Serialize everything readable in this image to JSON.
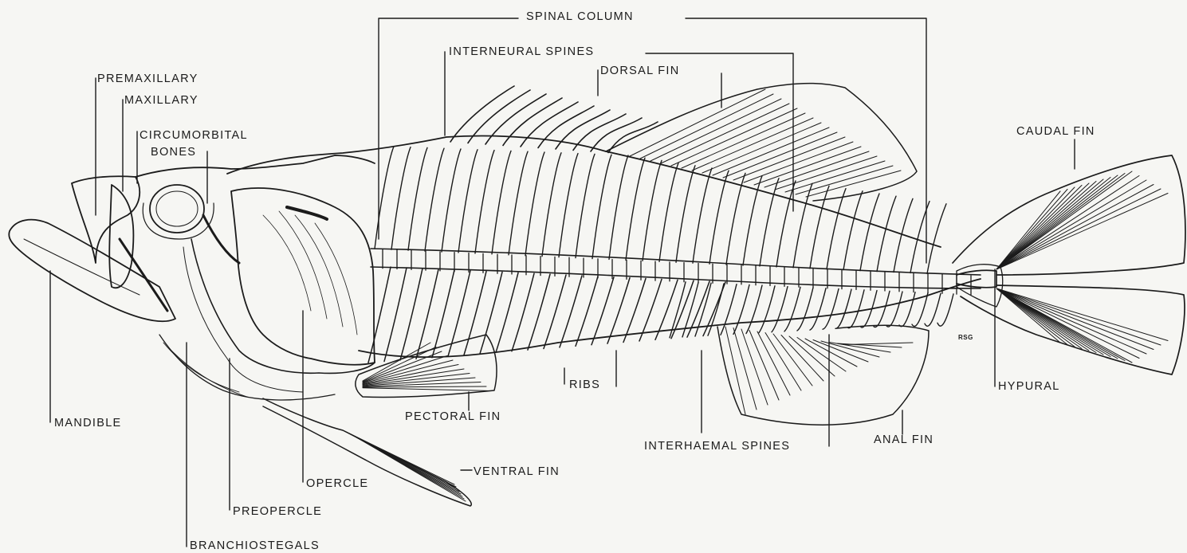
{
  "labels": {
    "spinal_column": "SPINAL COLUMN",
    "interneural_spines": "INTERNEURAL SPINES",
    "dorsal_fin": "DORSAL FIN",
    "premaxillary": "PREMAXILLARY",
    "maxillary": "MAXILLARY",
    "circumorbital_line1": "CIRCUMORBITAL",
    "circumorbital_line2": "BONES",
    "caudal_fin": "CAUDAL FIN",
    "hypural": "HYPURAL",
    "mandible": "MANDIBLE",
    "ribs": "RIBS",
    "pectoral_fin": "PECTORAL FIN",
    "interhaemal_spines": "INTERHAEMAL SPINES",
    "anal_fin": "ANAL FIN",
    "ventral_fin": "VENTRAL FIN",
    "opercle": "OPERCLE",
    "preopercle": "PREOPERCLE",
    "branchiostegals": "BRANCHIOSTEGALS",
    "artist_initials": "RSG"
  },
  "colors": {
    "ink": "#1b1b1b",
    "paper": "#f6f6f3"
  }
}
